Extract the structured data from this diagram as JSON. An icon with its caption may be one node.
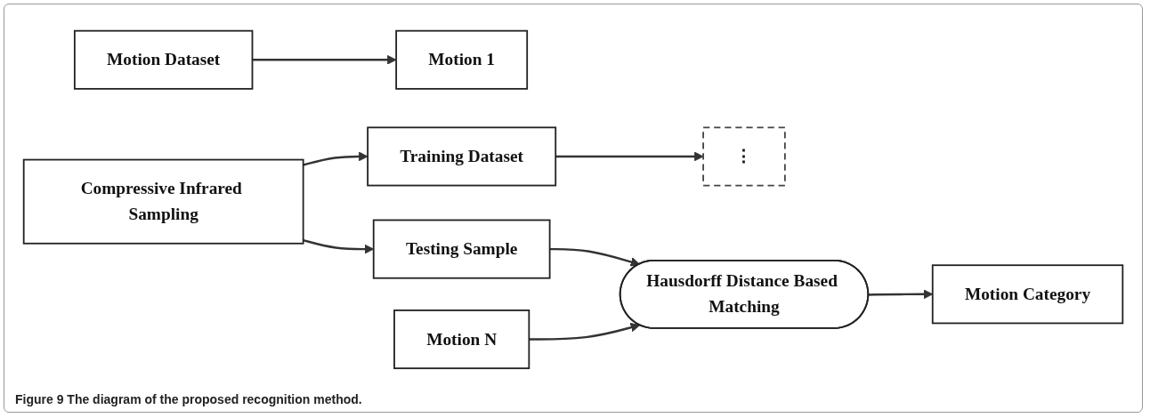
{
  "diagram": {
    "caption": "Figure 9 The diagram of the proposed recognition method.",
    "nodes": [
      {
        "text": [
          "Motion Dataset"
        ]
      },
      {
        "text": [
          "Compressive Infrared Sampling"
        ]
      },
      {
        "text": [
          "Training Dataset"
        ]
      },
      {
        "text": [
          "Testing Sample"
        ]
      },
      {
        "text": [
          "Motion 1"
        ]
      },
      {
        "text": [
          "⋮"
        ]
      },
      {
        "text": [
          "Motion N"
        ]
      },
      {
        "text": [
          "Hausdorff Distance Based Matching"
        ]
      },
      {
        "text": [
          "Motion Category"
        ]
      }
    ],
    "edges": [
      {
        "from": 0,
        "to": 4,
        "arrow": "to"
      },
      {
        "from": 1,
        "to": 2,
        "arrow": "to"
      },
      {
        "from": 1,
        "to": 3,
        "arrow": "to"
      },
      {
        "from": 2,
        "to": 5,
        "arrow": "to"
      },
      {
        "from": 6,
        "to": 7,
        "arrow": "to"
      },
      {
        "from": 3,
        "to": 7,
        "arrow": "to"
      },
      {
        "from": 7,
        "to": 8,
        "arrow": "to"
      }
    ]
  }
}
